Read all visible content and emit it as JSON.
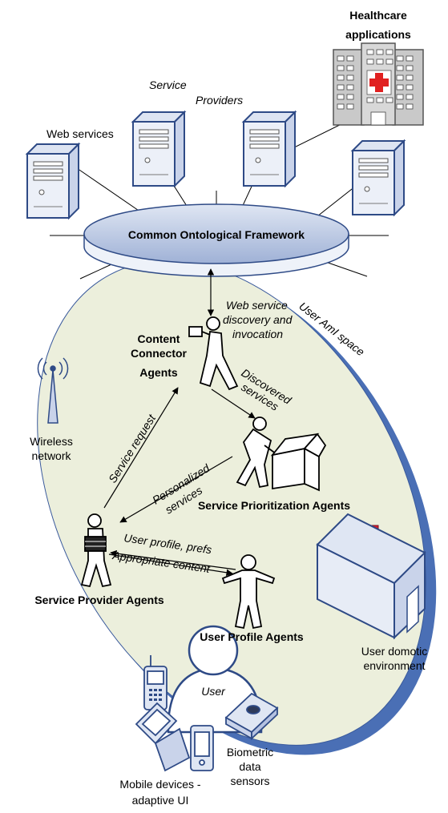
{
  "labels": {
    "healthcare_1": "Healthcare",
    "healthcare_2": "applications",
    "service_providers_1": "Service",
    "service_providers_2": "Providers",
    "web_services": "Web services",
    "framework": "Common Ontological Framework",
    "user_ami_space": "User AmI space",
    "ws_discovery_1": "Web service",
    "ws_discovery_2": "discovery and",
    "ws_discovery_3": "invocation",
    "content_connector_1": "Content",
    "content_connector_2": "Connector",
    "content_connector_3": "Agents",
    "discovered_1": "Discovered",
    "discovered_2": "services",
    "wireless_1": "Wireless",
    "wireless_2": "network",
    "service_request": "Service request",
    "personalized_1": "Personalized",
    "personalized_2": "services",
    "service_prioritization": "Service Prioritization Agents",
    "user_profile_prefs": "User profile, prefs",
    "appropriate_content": "Appropriate content",
    "service_provider_agents": "Service Provider Agents",
    "user_profile_agents": "User Profile Agents",
    "domotic_1": "User domotic",
    "domotic_2": "environment",
    "user": "User",
    "biometric_1": "Biometric",
    "biometric_2": "data",
    "biometric_3": "sensors",
    "mobile_1": "Mobile devices -",
    "mobile_2": "adaptive UI"
  },
  "colors": {
    "ellipse_fill": "#ecefdc",
    "ellipse_shadow": "#4a6fb5",
    "framework_fill": "#c3cfe6",
    "framework_stroke": "#2e4a86",
    "server_front": "#ecf0f8",
    "server_side": "#c9d3ea",
    "server_stroke": "#2e4a86",
    "hospital_gray": "#c9c9c9",
    "hospital_cross": "#e02020",
    "house_fill": "#e7ecf6",
    "chimney": "#d91f2b"
  }
}
